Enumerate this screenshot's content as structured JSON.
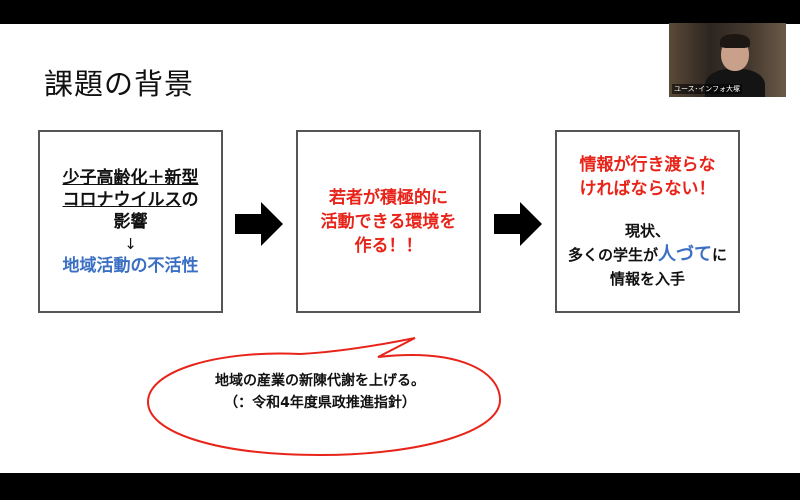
{
  "slide": {
    "title": "課題の背景",
    "box1": {
      "line1": "少子高齢化＋新型",
      "line2_a": "コロナウイルス",
      "line2_b": "の",
      "line3": "影響",
      "arrow": "↓",
      "line4": "地域活動の不活性"
    },
    "box2": {
      "line1": "若者が積極的に",
      "line2": "活動できる環境を",
      "line3": "作る！！"
    },
    "box3": {
      "red1": "情報が行き渡らな",
      "red2": "ければならない！",
      "line1": "現状、",
      "line2_a": "多くの学生が",
      "line2_b": "人づて",
      "line2_c": "に",
      "line3": "情報を入手"
    },
    "callout": {
      "line1": "地域の産業の新陳代謝を上げる。",
      "line2": "（：令和4年度県政推進指針）"
    }
  },
  "webcam": {
    "name": "ユース･インフォ大塚"
  },
  "colors": {
    "red": "#e8241a",
    "blue": "#3b6fc4",
    "black": "#111111"
  }
}
